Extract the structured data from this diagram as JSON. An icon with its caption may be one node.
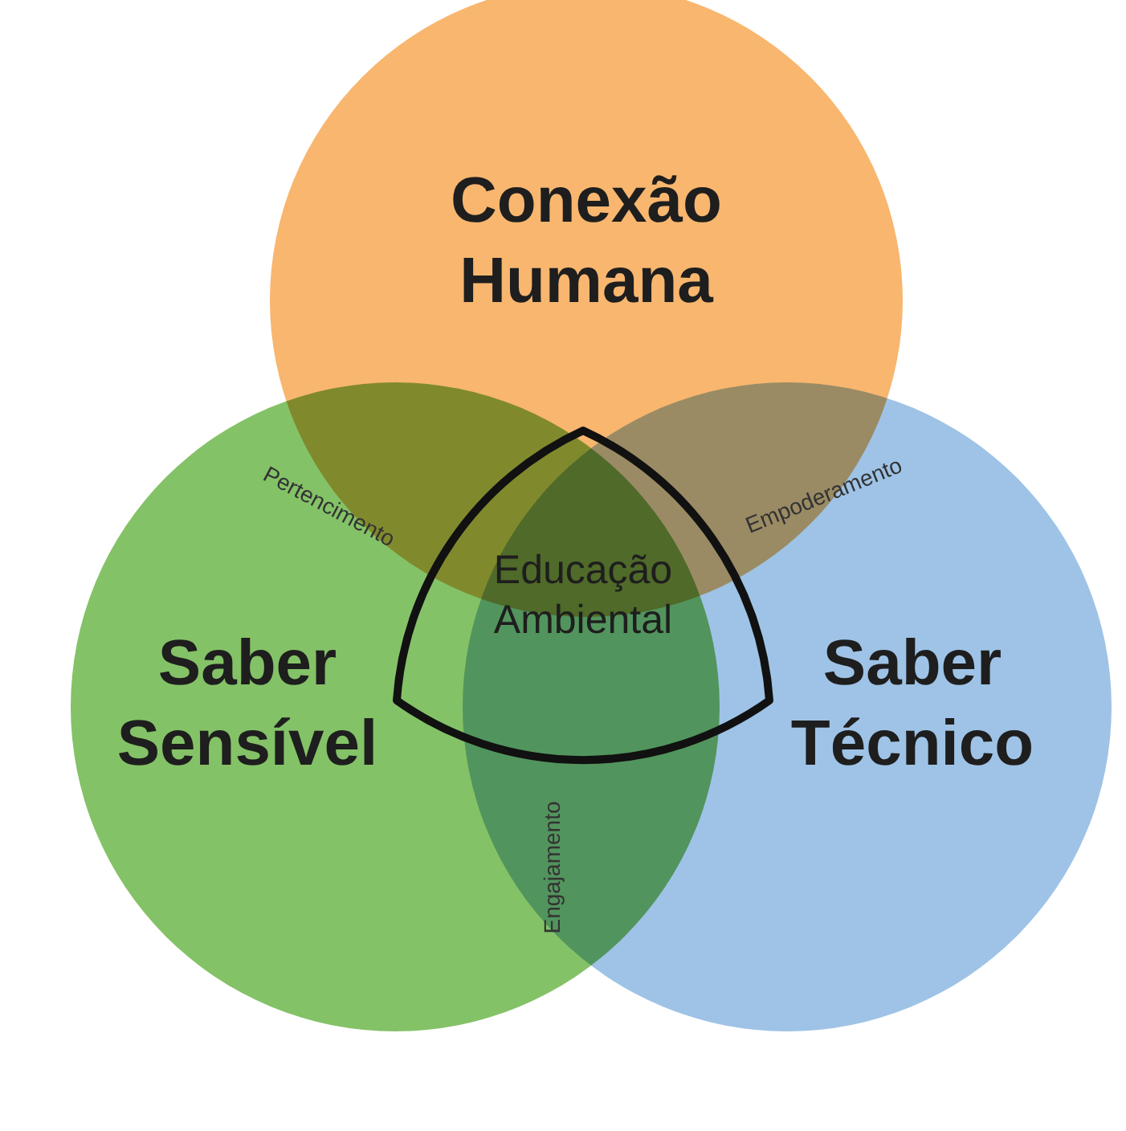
{
  "diagram": {
    "nodes": [
      {
        "text": [
          "Conexão Humana"
        ]
      },
      {
        "text": [
          "Saber Sensível"
        ]
      },
      {
        "text": [
          "Saber Técnico"
        ]
      },
      {
        "text": [
          "Educação Ambiental"
        ]
      }
    ],
    "labels": [
      "Pertencimento",
      "Empoderamento",
      "Engajamento"
    ]
  }
}
